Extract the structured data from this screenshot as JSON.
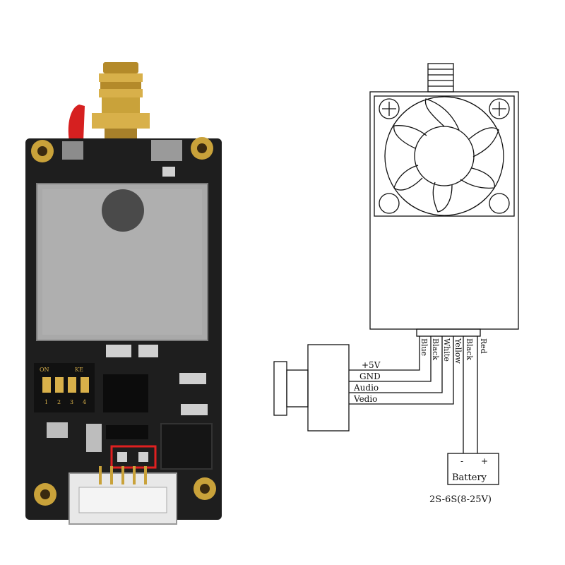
{
  "photo": {
    "switch_labels": {
      "on": "ON",
      "ke": "KE",
      "nums": [
        "1",
        "2",
        "3",
        "4"
      ]
    }
  },
  "camera": {
    "wires": [
      "+5V",
      "GND",
      "Audio",
      "Vedio"
    ]
  },
  "vtx": {
    "pins": [
      "Blue",
      "Black",
      "White",
      "Yellow",
      "Black",
      "Red"
    ]
  },
  "battery": {
    "label": "Battery",
    "minus": "-",
    "plus": "+",
    "spec": "2S-6S(8-25V)"
  },
  "colors": {
    "line": "#111111",
    "pcb": "#1e1e1e",
    "shield": "#a9a9a9",
    "brass": "#c9a23a",
    "highlight": "#e02020",
    "red_wire": "#d62020"
  }
}
